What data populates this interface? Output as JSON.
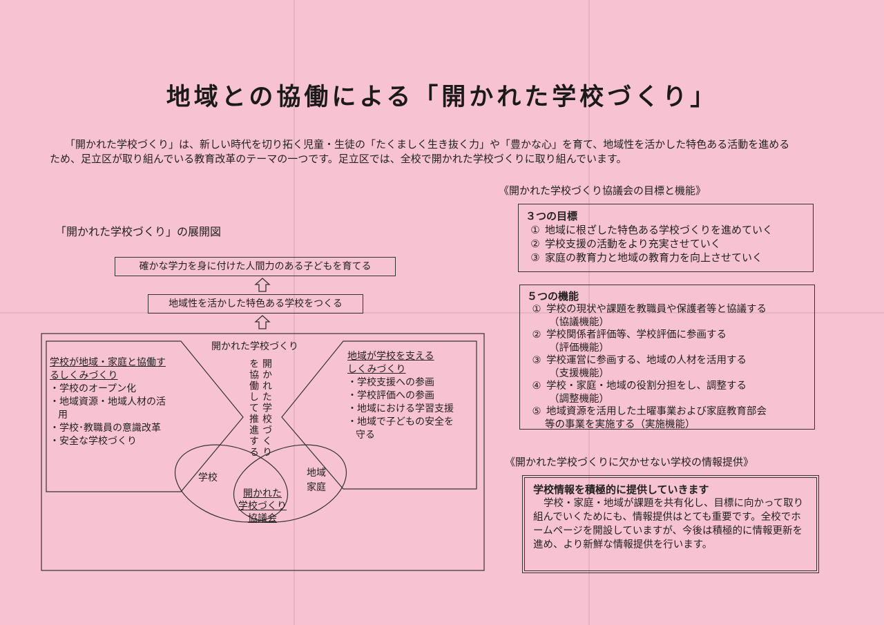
{
  "title": "地域との協働による「開かれた学校づくり」",
  "intro": "「開かれた学校づくり」は、新しい時代を切り拓く児童・生徒の「たくましく生き抜く力」や「豊かな心」を育て、地域性を活かした特色ある活動を進めるため、足立区が取り組んでいる教育改革のテーマの一つです。足立区では、全校で開かれた学校づくりに取り組んでいます。",
  "left": {
    "heading": "「開かれた学校づくり」の展開図",
    "top_box": "確かな学力を身に付けた人間力のある子どもを育てる",
    "mid_box": "地域性を活かした特色ある学校をつくる",
    "diagram": {
      "caption": "開かれた学校づくり",
      "vertical_1": "開かれた学校づくり",
      "vertical_2": "を協働して推進する",
      "left_title_1": "学校が地域・家庭と協働す",
      "left_title_2": "るしくみづくり",
      "left_items": [
        "・学校のオープン化",
        "・地域資源・地域人材の活",
        "用",
        "・学校･教職員の意識改革",
        "・安全な学校づくり"
      ],
      "right_title_1": "地域が学校を支える",
      "right_title_2": "しくみづくり",
      "right_items": [
        "・学校支援への参画",
        "・学校評価への参画",
        "・地域における学習支援",
        "・地域で子どもの安全を",
        "守る"
      ],
      "school": "学校",
      "community_1": "地域",
      "community_2": "家庭",
      "council_1": "開かれた",
      "council_2": "学校づくり",
      "council_3": "協議会"
    }
  },
  "right": {
    "heading1": "《開かれた学校づくり協議会の目標と機能》",
    "goals_title": "３つの目標",
    "goals": [
      {
        "n": "①",
        "t": "地域に根ざした特色ある学校づくりを進めていく"
      },
      {
        "n": "②",
        "t": "学校支援の活動をより充実させていく"
      },
      {
        "n": "③",
        "t": "家庭の教育力と地域の教育力を向上させていく"
      }
    ],
    "functions_title": "５つの機能",
    "functions": [
      {
        "n": "①",
        "t": "学校の現状や課題を教職員や保護者等と協議する",
        "sub": "（協議機能）"
      },
      {
        "n": "②",
        "t": "学校関係者評価等、学校評価に参画する",
        "sub": "（評価機能）"
      },
      {
        "n": "③",
        "t": "学校運営に参画する、地域の人材を活用する",
        "sub": "（支援機能）"
      },
      {
        "n": "④",
        "t": "学校・家庭・地域の役割分担をし、調整する",
        "sub": "（調整機能）"
      },
      {
        "n": "⑤",
        "t": "地域資源を活用した土曜事業および家庭教育部会",
        "sub": "等の事業を実施する（実施機能）"
      }
    ],
    "heading2": "《開かれた学校づくりに欠かせない学校の情報提供》",
    "info_title": "学校情報を積極的に提供していきます",
    "info_body": "学校・家庭・地域が課題を共有化し、目標に向かって取り組んでいくためにも、情報提供はとても重要です。全校でホームページを開設していますが、今後は積極的に情報更新を進め、より新鮮な情報提供を行います。"
  }
}
